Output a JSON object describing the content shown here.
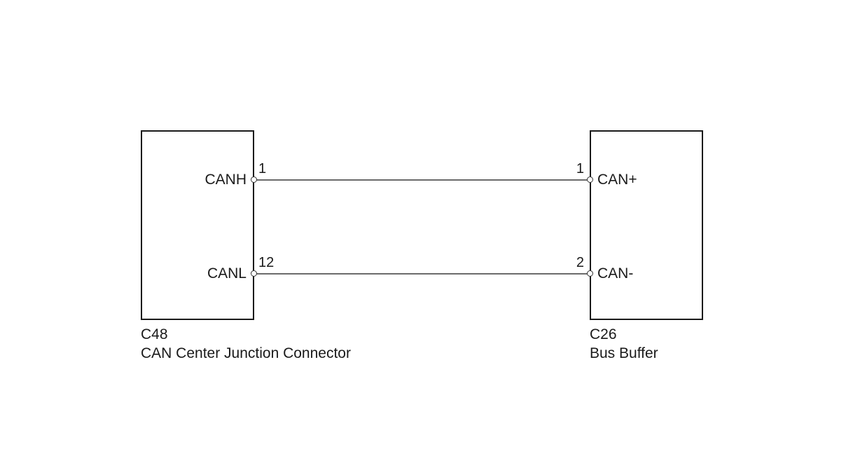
{
  "diagram": {
    "type": "wiring-harness-connection",
    "background_color": "#ffffff",
    "line_color": "#1a1a1a",
    "wire_color": "#6b6b6b",
    "components": [
      {
        "id": "C48",
        "name": "CAN Center Junction Connector",
        "side": "left",
        "ports": [
          {
            "label": "CANH",
            "pin": "1"
          },
          {
            "label": "CANL",
            "pin": "12"
          }
        ]
      },
      {
        "id": "C26",
        "name": "Bus Buffer",
        "side": "right",
        "ports": [
          {
            "label": "CAN+",
            "pin": "1"
          },
          {
            "label": "CAN-",
            "pin": "2"
          }
        ]
      }
    ],
    "wires": [
      {
        "from": "C48.1 CANH",
        "to": "C26.1 CAN+"
      },
      {
        "from": "C48.12 CANL",
        "to": "C26.2 CAN-"
      }
    ]
  }
}
